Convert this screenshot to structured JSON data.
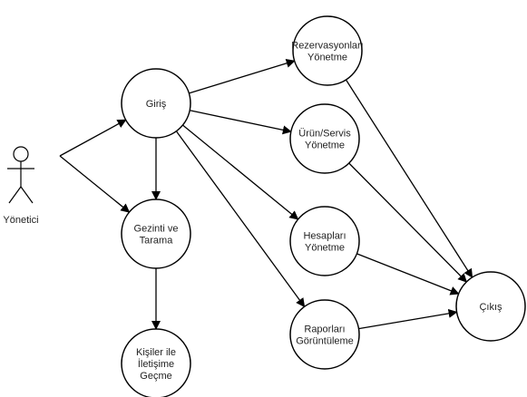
{
  "actor": {
    "label": "Yönetici"
  },
  "nodes": [
    {
      "id": "giris",
      "lines": [
        "Giriş"
      ]
    },
    {
      "id": "gezinti",
      "lines": [
        "Gezinti ve",
        "Tarama"
      ]
    },
    {
      "id": "kisiler",
      "lines": [
        "Kişiler ile",
        "İletişime",
        "Geçme"
      ]
    },
    {
      "id": "rezervasyon",
      "lines": [
        "Rezervasyonları",
        "Yönetme"
      ]
    },
    {
      "id": "urun",
      "lines": [
        "Ürün/Servis",
        "Yönetme"
      ]
    },
    {
      "id": "hesap",
      "lines": [
        "Hesapları",
        "Yönetme"
      ]
    },
    {
      "id": "rapor",
      "lines": [
        "Raporları",
        "Görüntüleme"
      ]
    },
    {
      "id": "cikis",
      "lines": [
        "Çıkış"
      ]
    }
  ],
  "edges": [
    [
      "actor",
      "giris"
    ],
    [
      "actor",
      "gezinti"
    ],
    [
      "giris",
      "gezinti"
    ],
    [
      "gezinti",
      "kisiler"
    ],
    [
      "giris",
      "rezervasyon"
    ],
    [
      "giris",
      "urun"
    ],
    [
      "giris",
      "hesap"
    ],
    [
      "giris",
      "rapor"
    ],
    [
      "rezervasyon",
      "cikis"
    ],
    [
      "urun",
      "cikis"
    ],
    [
      "hesap",
      "cikis"
    ],
    [
      "rapor",
      "cikis"
    ]
  ]
}
